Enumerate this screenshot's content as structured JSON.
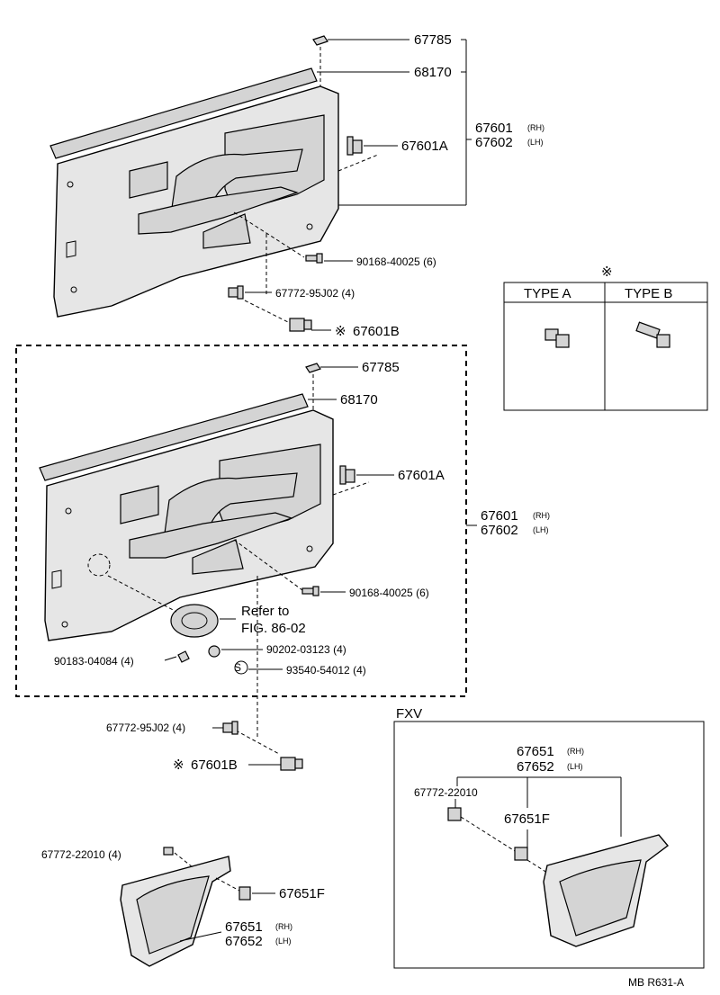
{
  "labels": {
    "p67785": "67785",
    "p68170": "68170",
    "p67601": "67601",
    "p67601_rh": "(RH)",
    "p67602": "67602",
    "p67602_lh": "(LH)",
    "p67601A": "67601A",
    "p90168": "90168-40025 (6)",
    "p67772_95j02": "67772-95J02 (4)",
    "p67601B": "67601B",
    "refer_to": "Refer to",
    "fig": "FIG. 86-02",
    "p90202": "90202-03123 (4)",
    "p90183": "90183-04084 (4)",
    "p93540": "93540-54012 (4)",
    "p77722": "67772-22010 (4)",
    "p67651F": "67651F",
    "p67651": "67651",
    "p67652": "67652",
    "fxv_p77722": "67772-22010",
    "fxv": "FXV",
    "ref_mark": "※",
    "type_a": "TYPE  A",
    "type_b": "TYPE  B",
    "s_mark": "S",
    "code": "MB  R631-A"
  }
}
